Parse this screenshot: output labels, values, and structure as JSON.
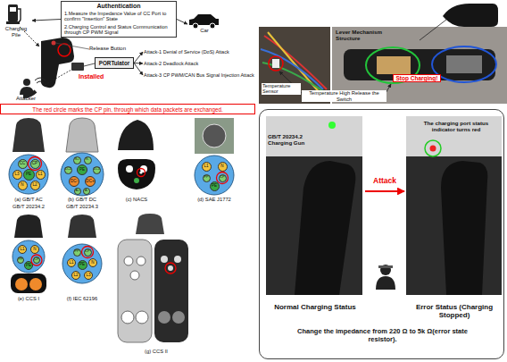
{
  "diagram": {
    "nodes": [
      {
        "text": [
          "Authentication",
          "1.Measure the Impedance Value of CC Port to confirm \"Insertion\" State",
          "2.Charging Control and Status Communication through CP PWM Signal"
        ]
      },
      {
        "text": [
          "Charging Pile"
        ]
      },
      {
        "text": [
          "Car"
        ]
      },
      {
        "text": [
          "PORTulator"
        ]
      },
      {
        "text": [
          "Attack-1 Denial of Service (DoS) Attack"
        ]
      },
      {
        "text": [
          "Attack-2 Deadlock Attack"
        ]
      },
      {
        "text": [
          "Attack-3 CP PWM/CAN Bus Signal Injection Attack"
        ]
      },
      {
        "text": [
          "The red circle marks the CP pin, through which data packets are exchanged."
        ]
      },
      {
        "text": [
          "Change the impedance from 220 Ω to 5k Ω(error state resistor)."
        ]
      },
      {
        "text": [
          "GB/T 20234.2 Charging Gun",
          "Normal Charging Status"
        ],
        "in": 8
      },
      {
        "text": [
          "The charging port status indicator turns red",
          "Error Status (Charging Stopped)"
        ],
        "in": 8
      }
    ],
    "edges": [
      {
        "from": 0,
        "to": 1,
        "arrow": "to"
      },
      {
        "from": 0,
        "to": 2,
        "arrow": "to"
      },
      {
        "from": 3,
        "to": 4,
        "arrow": "to"
      },
      {
        "from": 3,
        "to": 5,
        "arrow": "to"
      },
      {
        "from": 3,
        "to": 6,
        "arrow": "to"
      },
      {
        "from": 9,
        "to": 10,
        "label": "Attack",
        "arrow": "to"
      }
    ],
    "labels": [
      "Release Button",
      "Installed",
      "Attacker",
      "Lever Mechanism Structure",
      "Temperature Sensor",
      "Temperature High Release the Switch",
      "Stop Charging!",
      "(a) GB/T AC",
      "GB/T 20234.2",
      "(b) GB/T DC",
      "GB/T 20234.3",
      "(c) NACS",
      "(d) SAE J1772",
      "(e) CCS I",
      "(f) IEC 62196",
      "(g) CCS II",
      "CC",
      "CP",
      "L3",
      "PE",
      "L1",
      "N",
      "L2",
      "S+",
      "S-",
      "CC2",
      "PE",
      "CC1",
      "DC-",
      "DC+",
      "A+",
      "A-",
      "L1",
      "N",
      "PP",
      "CP",
      "PE",
      "L1",
      "N",
      "PP",
      "CP",
      "PE",
      "PP",
      "CP",
      "L1",
      "N",
      "PE",
      "L2",
      "L3"
    ]
  }
}
